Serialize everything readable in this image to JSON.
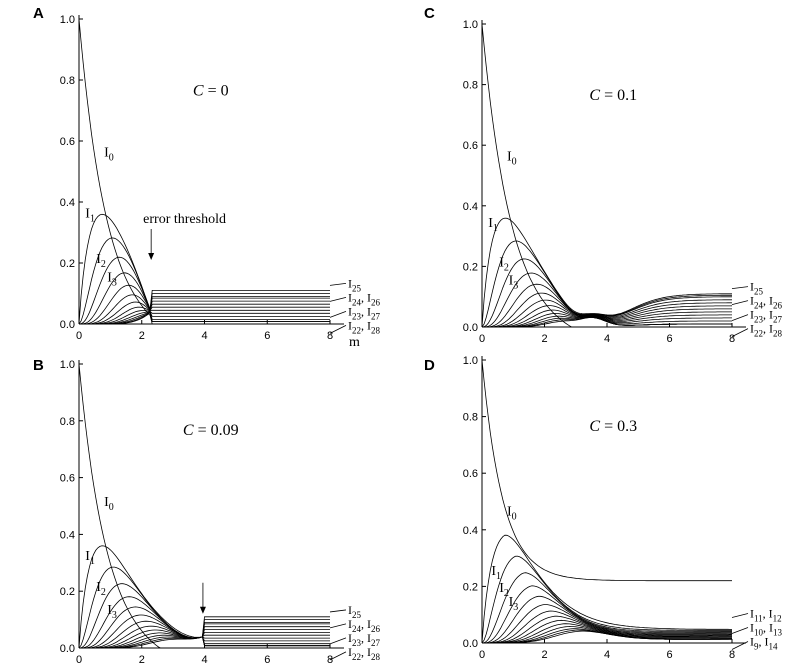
{
  "chart_data": [
    {
      "id": "A",
      "panel_label": "A",
      "type": "line",
      "param_symbol": "C",
      "param_value": "= 0",
      "xlim": [
        0,
        8
      ],
      "ylim": [
        0,
        1.0
      ],
      "xticks": [
        "0",
        "2",
        "4",
        "6",
        "8"
      ],
      "yticks": [
        "0.0",
        "0.2",
        "0.4",
        "0.6",
        "0.8",
        "1.0"
      ],
      "xlabel": "m",
      "series_labels": [
        {
          "base": "I",
          "sub": "0",
          "x": 0.8,
          "y": 0.55
        },
        {
          "base": "I",
          "sub": "1",
          "x": 0.2,
          "y": 0.35
        },
        {
          "base": "I",
          "sub": "2",
          "x": 0.55,
          "y": 0.2
        },
        {
          "base": "I",
          "sub": "3",
          "x": 0.9,
          "y": 0.14
        }
      ],
      "end_labels": [
        [
          {
            "base": "I",
            "sub": "25"
          }
        ],
        [
          {
            "base": "I",
            "sub": "24"
          },
          {
            "base": "I",
            "sub": "26"
          }
        ],
        [
          {
            "base": "I",
            "sub": "23"
          },
          {
            "base": "I",
            "sub": "27"
          }
        ],
        [
          {
            "base": "I",
            "sub": "22"
          },
          {
            "base": "I",
            "sub": "28"
          }
        ]
      ],
      "annotation": {
        "text": "error threshold",
        "arrow_x": 2.3,
        "arrow_y": 0.2
      },
      "model": {
        "C": 0,
        "threshold_x": 2.3,
        "plateau": [
          0.11,
          0.1,
          0.09,
          0.085,
          0.075,
          0.065,
          0.055,
          0.045,
          0.035,
          0.025,
          0.015,
          0.008
        ]
      }
    },
    {
      "id": "C",
      "panel_label": "C",
      "type": "line",
      "param_symbol": "C",
      "param_value": "= 0.1",
      "xlim": [
        0,
        8
      ],
      "ylim": [
        0,
        1.0
      ],
      "xticks": [
        "0",
        "2",
        "4",
        "6",
        "8"
      ],
      "yticks": [
        "0.0",
        "0.2",
        "0.4",
        "0.6",
        "0.8",
        "1.0"
      ],
      "series_labels": [
        {
          "base": "I",
          "sub": "0",
          "x": 0.8,
          "y": 0.55
        },
        {
          "base": "I",
          "sub": "1",
          "x": 0.2,
          "y": 0.33
        },
        {
          "base": "I",
          "sub": "2",
          "x": 0.55,
          "y": 0.2
        },
        {
          "base": "I",
          "sub": "3",
          "x": 0.85,
          "y": 0.14
        }
      ],
      "end_labels": [
        [
          {
            "base": "I",
            "sub": "25"
          }
        ],
        [
          {
            "base": "I",
            "sub": "24"
          },
          {
            "base": "I",
            "sub": "26"
          }
        ],
        [
          {
            "base": "I",
            "sub": "23"
          },
          {
            "base": "I",
            "sub": "27"
          }
        ],
        [
          {
            "base": "I",
            "sub": "22"
          },
          {
            "base": "I",
            "sub": "28"
          }
        ]
      ],
      "model": {
        "C": 0.1,
        "min_x": 3.5,
        "plateau": [
          0.11,
          0.105,
          0.1,
          0.09,
          0.08,
          0.07,
          0.06,
          0.05,
          0.04,
          0.03,
          0.02,
          0.01
        ]
      }
    },
    {
      "id": "B",
      "panel_label": "B",
      "type": "line",
      "param_symbol": "C",
      "param_value": "= 0.09",
      "xlim": [
        0,
        8
      ],
      "ylim": [
        0,
        1.0
      ],
      "xticks": [
        "0",
        "2",
        "4",
        "6",
        "8"
      ],
      "yticks": [
        "0.0",
        "0.2",
        "0.4",
        "0.6",
        "0.8",
        "1.0"
      ],
      "series_labels": [
        {
          "base": "I",
          "sub": "0",
          "x": 0.8,
          "y": 0.5
        },
        {
          "base": "I",
          "sub": "1",
          "x": 0.2,
          "y": 0.31
        },
        {
          "base": "I",
          "sub": "2",
          "x": 0.55,
          "y": 0.2
        },
        {
          "base": "I",
          "sub": "3",
          "x": 0.9,
          "y": 0.12
        }
      ],
      "end_labels": [
        [
          {
            "base": "I",
            "sub": "25"
          }
        ],
        [
          {
            "base": "I",
            "sub": "24"
          },
          {
            "base": "I",
            "sub": "26"
          }
        ],
        [
          {
            "base": "I",
            "sub": "23"
          },
          {
            "base": "I",
            "sub": "27"
          }
        ],
        [
          {
            "base": "I",
            "sub": "22"
          },
          {
            "base": "I",
            "sub": "28"
          }
        ]
      ],
      "annotation": {
        "text": "",
        "arrow_x": 3.95,
        "arrow_y": 0.11
      },
      "model": {
        "C": 0.09,
        "threshold_x": 3.95,
        "plateau": [
          0.11,
          0.1,
          0.09,
          0.085,
          0.075,
          0.065,
          0.055,
          0.045,
          0.035,
          0.025,
          0.015,
          0.008
        ]
      }
    },
    {
      "id": "D",
      "panel_label": "D",
      "type": "line",
      "param_symbol": "C",
      "param_value": "= 0.3",
      "xlim": [
        0,
        8
      ],
      "ylim": [
        0,
        1.0
      ],
      "xticks": [
        "0",
        "2",
        "4",
        "6",
        "8"
      ],
      "yticks": [
        "0.0",
        "0.2",
        "0.4",
        "0.6",
        "0.8",
        "1.0"
      ],
      "series_labels": [
        {
          "base": "I",
          "sub": "0",
          "x": 0.8,
          "y": 0.45
        },
        {
          "base": "I",
          "sub": "1",
          "x": 0.3,
          "y": 0.24
        },
        {
          "base": "I",
          "sub": "2",
          "x": 0.55,
          "y": 0.18
        },
        {
          "base": "I",
          "sub": "3",
          "x": 0.85,
          "y": 0.13
        }
      ],
      "end_labels": [
        [
          {
            "base": "I",
            "sub": "11"
          },
          {
            "base": "I",
            "sub": "12"
          }
        ],
        [
          {
            "base": "I",
            "sub": "10"
          },
          {
            "base": "I",
            "sub": "13"
          }
        ],
        [
          {
            "base": "I",
            "sub": "9"
          },
          {
            "base": "I",
            "sub": "14"
          }
        ]
      ],
      "model": {
        "C": 0.3,
        "i0_end": 0.22,
        "plateau": [
          0.08,
          0.075,
          0.07,
          0.065,
          0.06,
          0.055,
          0.05,
          0.045,
          0.04,
          0.035,
          0.03,
          0.025
        ]
      }
    }
  ]
}
